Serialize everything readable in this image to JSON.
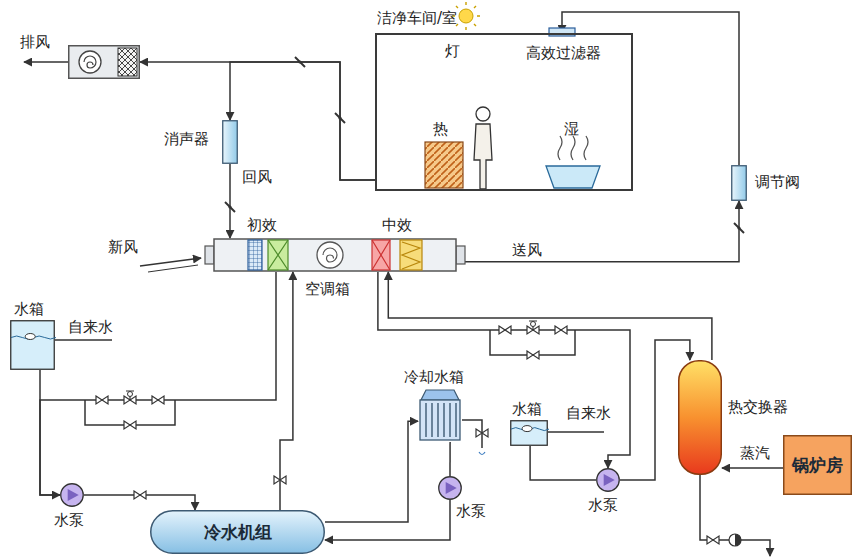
{
  "diagram": {
    "nodes": [
      {
        "text": [
          "排风"
        ]
      },
      {
        "text": [
          "洁净车间/室"
        ]
      },
      {
        "text": [
          "消声器"
        ]
      },
      {
        "text": [
          "调节阀"
        ]
      },
      {
        "text": [
          "空调箱"
        ]
      },
      {
        "text": [
          "水箱"
        ]
      },
      {
        "text": [
          "冷水机组"
        ]
      },
      {
        "text": [
          "冷却水箱"
        ]
      },
      {
        "text": [
          "水箱"
        ]
      },
      {
        "text": [
          "热交换器"
        ]
      },
      {
        "text": [
          "锅炉房"
        ]
      },
      {
        "text": [
          "水泵"
        ]
      },
      {
        "text": [
          "水泵"
        ]
      },
      {
        "text": [
          "水泵"
        ]
      }
    ],
    "edges": [
      {
        "from": 1,
        "to": 0,
        "arrow": "to"
      },
      {
        "from": 1,
        "to": 2,
        "arrow": "to"
      },
      {
        "from": 2,
        "to": 4,
        "arrow": "to",
        "label": "回风"
      },
      {
        "from": 4,
        "to": 3,
        "arrow": "to",
        "label": "送风"
      },
      {
        "from": 3,
        "to": 1,
        "arrow": "to"
      },
      {
        "from": 4,
        "to": 11,
        "arrow": "to"
      },
      {
        "from": 5,
        "to": 11,
        "arrow": "none"
      },
      {
        "from": 11,
        "to": 6,
        "arrow": "to"
      },
      {
        "from": 6,
        "to": 4,
        "arrow": "to"
      },
      {
        "from": 6,
        "to": 7,
        "arrow": "to"
      },
      {
        "from": 7,
        "to": 12,
        "arrow": "none"
      },
      {
        "from": 12,
        "to": 6,
        "arrow": "to"
      },
      {
        "from": 4,
        "to": 13,
        "arrow": "to"
      },
      {
        "from": 8,
        "to": 13,
        "arrow": "none"
      },
      {
        "from": 13,
        "to": 9,
        "arrow": "to"
      },
      {
        "from": 9,
        "to": 4,
        "arrow": "to"
      },
      {
        "from": 10,
        "to": 9,
        "arrow": "to",
        "label": "蒸汽"
      }
    ],
    "labels": [
      "灯",
      "热",
      "湿",
      "高效过滤器",
      "新风",
      "初效",
      "中效",
      "自来水",
      "自来水"
    ]
  }
}
